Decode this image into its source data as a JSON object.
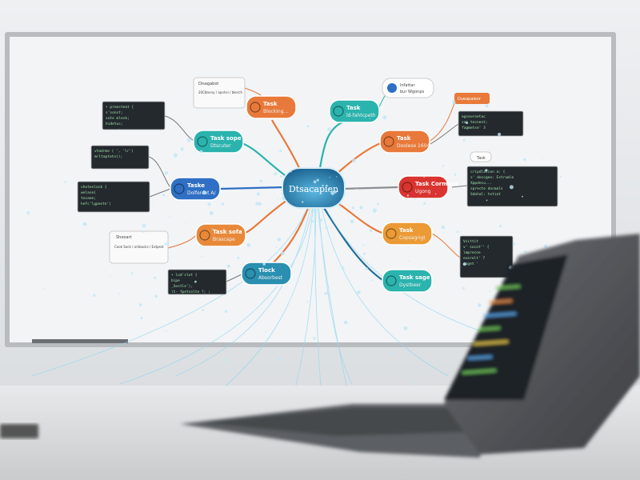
{
  "scene": {
    "center_node": "Dtsacapien",
    "nodes": [
      {
        "title": "Task",
        "subtitle": "Blocking...",
        "color": "#e8793a"
      },
      {
        "title": "Task",
        "subtitle": "ld-fahtcpeth",
        "color": "#2bb3ad"
      },
      {
        "title": "Task sope",
        "subtitle": "Dtscuter",
        "color": "#2bb3ad"
      },
      {
        "title": "Task",
        "subtitle": "Doolese 1604",
        "color": "#e8793a"
      },
      {
        "title": "Taske",
        "subtitle": "Dolfercet A/",
        "color": "#2f6fc4"
      },
      {
        "title": "Task Cormoot",
        "subtitle": "Ugong",
        "color": "#d9342f"
      },
      {
        "title": "Task sofa",
        "subtitle": "Brascape",
        "color": "#e8893a"
      },
      {
        "title": "Task",
        "subtitle": "Copsagrigt",
        "color": "#eb9a35"
      },
      {
        "title": "Tlock",
        "subtitle": "Absorbest",
        "color": "#2a8fb0"
      },
      {
        "title": "Task sage",
        "subtitle": "Dystbeer",
        "color": "#2bb3ad"
      }
    ],
    "labels": [
      {
        "title": "Infattar",
        "subtitle": "bur Wgonps"
      },
      {
        "title": "Dueapaienr",
        "subtitle": ""
      },
      {
        "title": "Disagabot",
        "subtitle": "20Cbtorsy / apnhsi / bkerch"
      },
      {
        "title": "Task",
        "subtitle": ""
      },
      {
        "title": "Shooart",
        "subtitle": "Cook Sock / orkbocks / Extpest"
      }
    ],
    "code_panels": [
      [
        "• proesteat {",
        "  s'sonst;",
        "  sote mlesk;",
        "  hidetus;"
      ],
      [
        "vtadrme ( ', 'lr')",
        "  mrltaptetn();"
      ],
      [
        "vhoteslock {",
        "  welase(",
        "  tocaen;",
        "  hefc'lgpoetn')"
      ],
      [
        "• lod'slot {",
        "  bipe",
        "  _Sostle'),",
        "  lt- fpetsolte ?; ;"
      ],
      [
        "agseuroetac",
        "  sa' tecnent;",
        "  fagmetse' 3"
      ],
      [
        "cripdlation a: {",
        "  s' doscgen: Estrumle",
        "  Xppdecu...",
        "  sprecte docmals",
        "  Sdohal: tetiat"
      ],
      [
        "Vsittit",
        "  v' socot'' {",
        "  lmprecne",
        "  eserelt' 7",
        "  daget '"
      ]
    ],
    "colors": {
      "center": "#1f6d9a",
      "orange": "#e8793a",
      "teal": "#2bb3ad",
      "blue": "#2f6fc4",
      "red": "#d9342f",
      "board": "#f1f3f5",
      "laptop": "#4a4d52"
    }
  }
}
